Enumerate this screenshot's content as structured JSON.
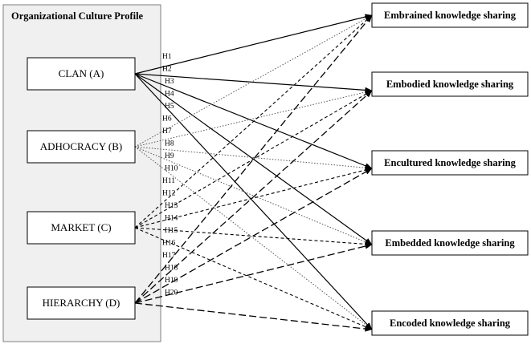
{
  "panel": {
    "title": "Organizational Culture Profile"
  },
  "cultures": [
    {
      "id": "A",
      "label": "CLAN (A)"
    },
    {
      "id": "B",
      "label": "ADHOCRACY (B)"
    },
    {
      "id": "C",
      "label": "MARKET (C)"
    },
    {
      "id": "D",
      "label": "HIERARCHY (D)"
    }
  ],
  "outcomes": [
    {
      "label": "Embrained knowledge sharing"
    },
    {
      "label": "Embodied knowledge sharing"
    },
    {
      "label": "Encultured knowledge sharing"
    },
    {
      "label": "Embedded knowledge sharing"
    },
    {
      "label": "Encoded knowledge sharing"
    }
  ],
  "line_styles": {
    "A": "solid",
    "B": "dotted",
    "C": "short-dashed",
    "D": "long-dashed"
  },
  "hypotheses": [
    {
      "label": "H1",
      "from": 0,
      "to": 0
    },
    {
      "label": "H2",
      "from": 0,
      "to": 1
    },
    {
      "label": "H3",
      "from": 0,
      "to": 2
    },
    {
      "label": "H4",
      "from": 0,
      "to": 3
    },
    {
      "label": "H5",
      "from": 0,
      "to": 4
    },
    {
      "label": "H6",
      "from": 1,
      "to": 0
    },
    {
      "label": "H7",
      "from": 1,
      "to": 1
    },
    {
      "label": "H8",
      "from": 1,
      "to": 2
    },
    {
      "label": "H9",
      "from": 1,
      "to": 3
    },
    {
      "label": "H10",
      "from": 1,
      "to": 4
    },
    {
      "label": "H11",
      "from": 2,
      "to": 0
    },
    {
      "label": "H12",
      "from": 2,
      "to": 1
    },
    {
      "label": "H13",
      "from": 2,
      "to": 2
    },
    {
      "label": "H14",
      "from": 2,
      "to": 3
    },
    {
      "label": "H15",
      "from": 2,
      "to": 4
    },
    {
      "label": "H16",
      "from": 3,
      "to": 0
    },
    {
      "label": "H17",
      "from": 3,
      "to": 1
    },
    {
      "label": "H18",
      "from": 3,
      "to": 2
    },
    {
      "label": "H19",
      "from": 3,
      "to": 3
    },
    {
      "label": "H20",
      "from": 3,
      "to": 4
    }
  ]
}
